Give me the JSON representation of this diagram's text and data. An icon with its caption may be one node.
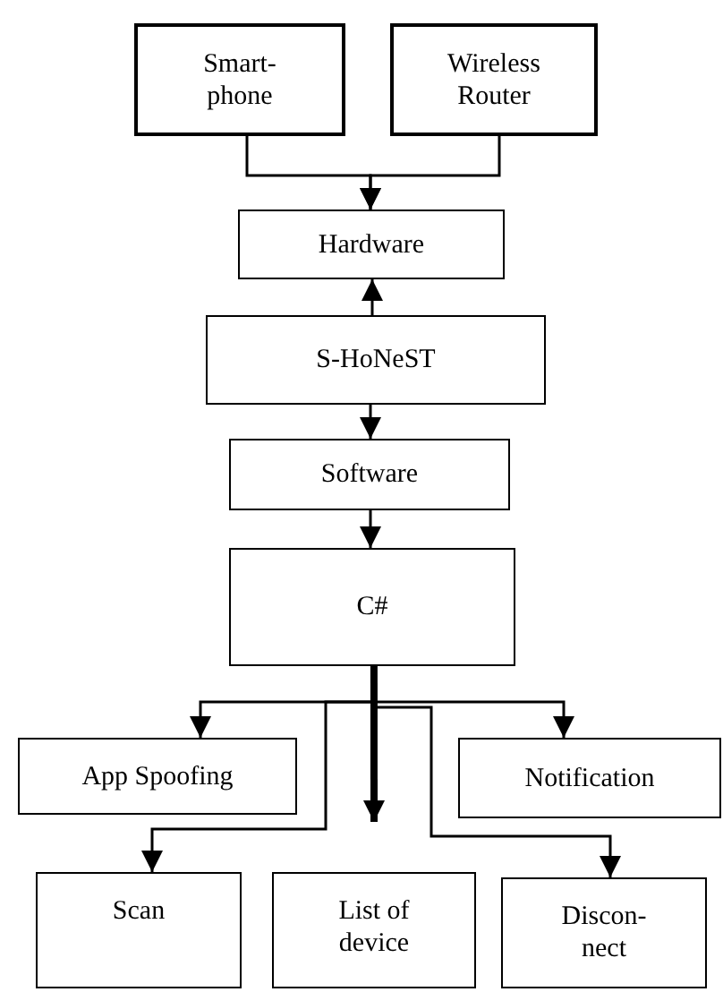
{
  "diagram": {
    "nodes": [
      {
        "text": [
          "Smart- phone"
        ]
      },
      {
        "text": [
          "Wireless Router"
        ]
      },
      {
        "text": [
          "Hardware"
        ]
      },
      {
        "text": [
          "S-HoNeST"
        ]
      },
      {
        "text": [
          "Software"
        ]
      },
      {
        "text": [
          "C#"
        ]
      },
      {
        "text": [
          "App Spoofing"
        ]
      },
      {
        "text": [
          "Notification"
        ]
      },
      {
        "text": [
          "Scan"
        ]
      },
      {
        "text": [
          "List of device"
        ]
      },
      {
        "text": [
          "Discon- nect"
        ]
      }
    ],
    "edges": [
      {
        "from": 0,
        "to": 2,
        "arrow": "to"
      },
      {
        "from": 1,
        "to": 2,
        "arrow": "to"
      },
      {
        "from": 3,
        "to": 2,
        "arrow": "to"
      },
      {
        "from": 3,
        "to": 4,
        "arrow": "to"
      },
      {
        "from": 4,
        "to": 5,
        "arrow": "to"
      },
      {
        "from": 5,
        "to": 6,
        "arrow": "to"
      },
      {
        "from": 5,
        "to": 7,
        "arrow": "to"
      },
      {
        "from": 5,
        "to": 8,
        "arrow": "to"
      },
      {
        "from": 5,
        "to": 9,
        "arrow": "to",
        "style": "thick"
      },
      {
        "from": 5,
        "to": 10,
        "arrow": "to"
      }
    ]
  }
}
